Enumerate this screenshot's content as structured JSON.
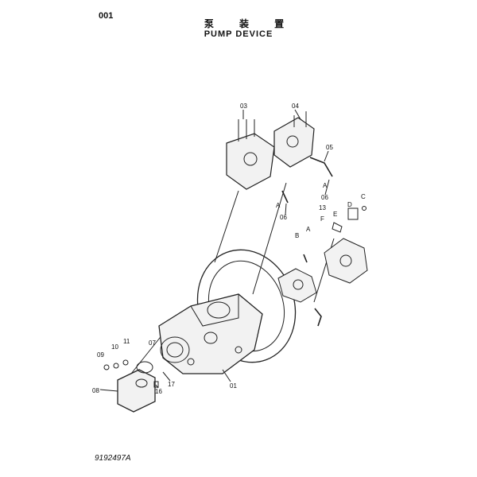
{
  "page_number": "001",
  "title_cn": "泵 装 置",
  "title_en": "PUMP DEVICE",
  "drawing_number": "9192497A",
  "part_labels": [
    "01",
    "03",
    "04",
    "05",
    "06",
    "06",
    "07",
    "08",
    "09",
    "10",
    "11",
    "13",
    "16",
    "17"
  ],
  "letter_labels": [
    "A",
    "A",
    "A",
    "B",
    "C",
    "D",
    "E",
    "F"
  ]
}
